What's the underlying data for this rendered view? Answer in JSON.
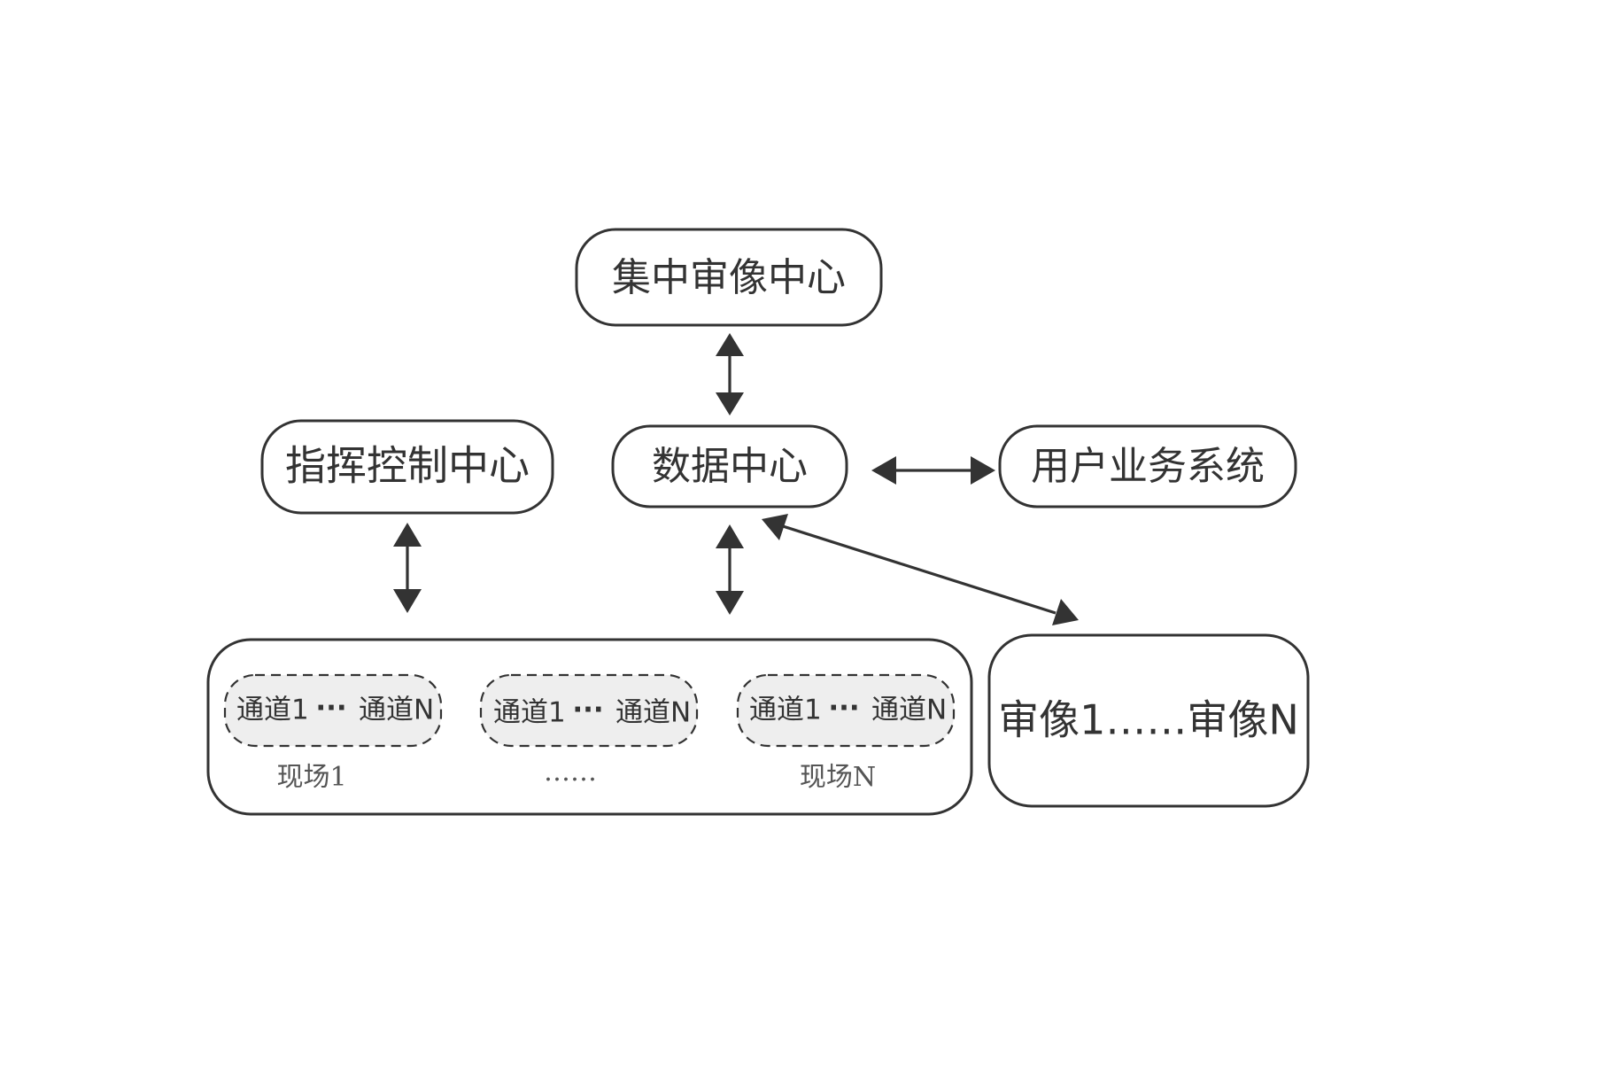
{
  "nodes": {
    "review_center": "集中审像中心",
    "command_center": "指挥控制中心",
    "data_center": "数据中心",
    "user_system": "用户业务系统",
    "reviewers": "审像1……审像N"
  },
  "sites": [
    {
      "name": "现场1",
      "channel_first": "通道1",
      "channel_ellipsis": "···",
      "channel_last": "通道N"
    },
    {
      "name": "……",
      "channel_first": "通道1",
      "channel_ellipsis": "···",
      "channel_last": "通道N"
    },
    {
      "name": "现场N",
      "channel_first": "通道1",
      "channel_ellipsis": "···",
      "channel_last": "通道N"
    }
  ],
  "colors": {
    "stroke": "#333333",
    "channel_fill": "#eeeeee",
    "background": "#ffffff"
  }
}
